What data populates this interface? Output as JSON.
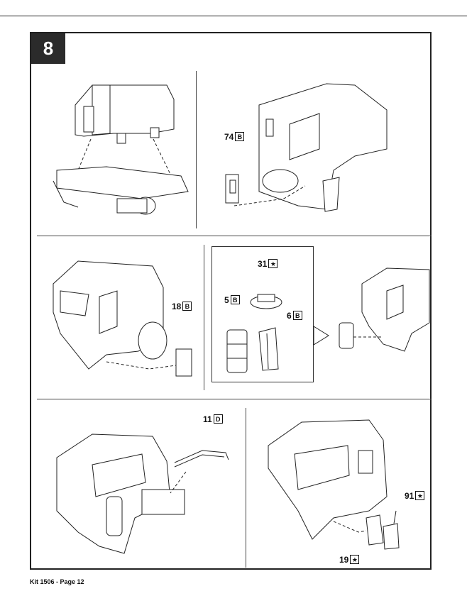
{
  "step": {
    "number": "8"
  },
  "parts": {
    "p74": {
      "num": "74",
      "code": "B"
    },
    "p31": {
      "num": "31",
      "code": "★"
    },
    "p5": {
      "num": "5",
      "code": "B"
    },
    "p6": {
      "num": "6",
      "code": "B"
    },
    "p18": {
      "num": "18",
      "code": "B"
    },
    "p11": {
      "num": "11",
      "code": "D"
    },
    "p91": {
      "num": "91",
      "code": "★"
    },
    "p19": {
      "num": "19",
      "code": "★"
    }
  },
  "footer": {
    "text": "Kit 1506 - Page 12"
  }
}
